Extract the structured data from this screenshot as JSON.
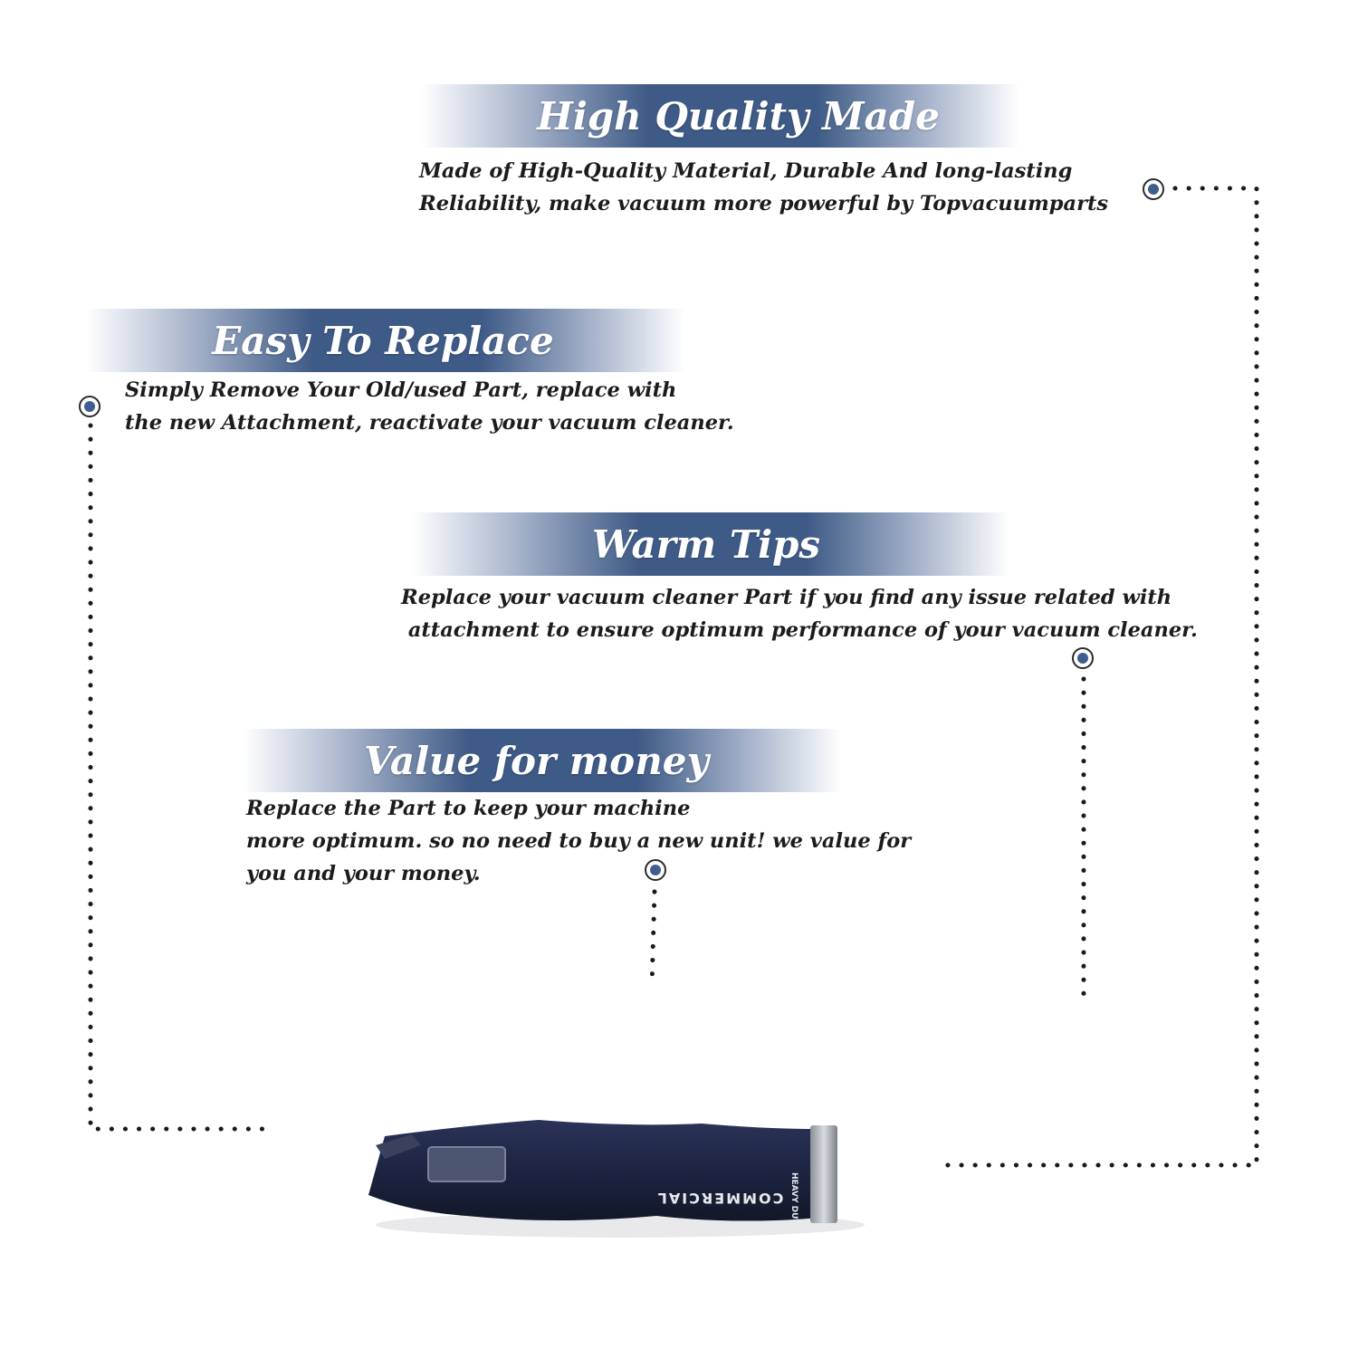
{
  "sections": [
    {
      "title": "High Quality Made",
      "lines": [
        "Made of  High-Quality Material, Durable And long-lasting",
        "Reliability, make vacuum more powerful by Topvacuumparts"
      ]
    },
    {
      "title": "Easy To Replace",
      "lines": [
        "Simply Remove Your Old/used Part, replace with",
        "the new Attachment, reactivate your vacuum cleaner."
      ]
    },
    {
      "title": "Warm Tips",
      "lines": [
        "Replace your vacuum cleaner Part if you find any issue related with",
        " attachment to ensure optimum performance of your vacuum cleaner."
      ]
    },
    {
      "title": "Value for money",
      "lines": [
        "Replace the Part to keep your machine",
        "more optimum. so no need to buy a new unit! we value for",
        "you and your money."
      ]
    }
  ],
  "product": {
    "brand_text": "COMMERCIAL",
    "badge_text": "HEAVY DUTY",
    "bag_color": "#1c2340"
  },
  "colors": {
    "accent": "#3e5a86",
    "marker_fill": "#3f5e8f",
    "dots": "#1a1a1a"
  }
}
